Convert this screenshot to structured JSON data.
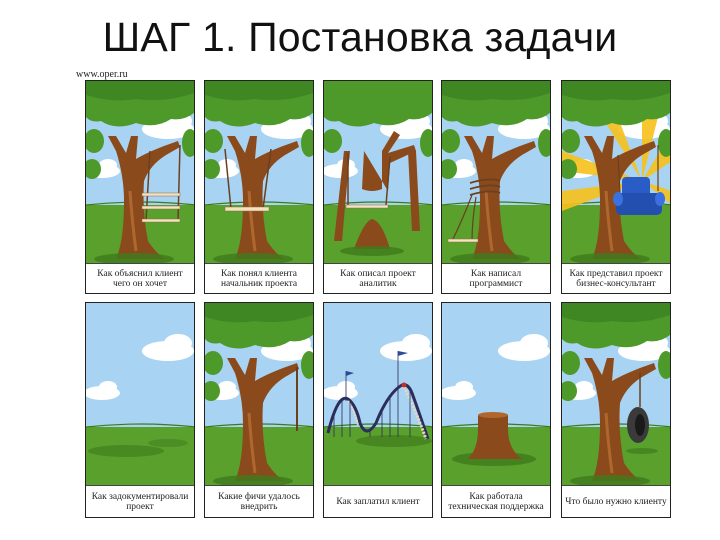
{
  "slide": {
    "title": "ШАГ 1. Постановка задачи",
    "watermark": "www.oper.ru"
  },
  "colors": {
    "sky": "#a9d3f2",
    "cloud": "#ffffff",
    "grass": "#5aa02c",
    "grass_dark": "#4a8a22",
    "foliage": "#4d9a2a",
    "trunk": "#8a4a1c",
    "seat": "#f4e3c1",
    "chair": "#2a5cc8",
    "sun": "#f7c21c",
    "border": "#222222"
  },
  "panels": [
    {
      "row": 1,
      "col": 1,
      "scene": "tree-swing-three-tiers",
      "caption": "Как объяснил клиент чего он хочет"
    },
    {
      "row": 1,
      "col": 2,
      "scene": "tree-swing-around-trunk",
      "caption": "Как понял клиента начальник проекта"
    },
    {
      "row": 1,
      "col": 3,
      "scene": "tree-cut-trunk-swing",
      "caption": "Как описал проект аналитик"
    },
    {
      "row": 1,
      "col": 4,
      "scene": "tree-rope-tied-trunk",
      "caption": "Как написал программист"
    },
    {
      "row": 1,
      "col": 5,
      "scene": "tree-armchair-swing-sunburst",
      "caption": "Как представил проект бизнес-консультант"
    },
    {
      "row": 2,
      "col": 1,
      "scene": "empty-field",
      "caption": "Как задокументировали проект"
    },
    {
      "row": 2,
      "col": 2,
      "scene": "tree-single-rope",
      "caption": "Какие фичи удалось внедрить"
    },
    {
      "row": 2,
      "col": 3,
      "scene": "roller-coaster",
      "caption": "Как заплатил клиент"
    },
    {
      "row": 2,
      "col": 4,
      "scene": "tree-stump",
      "caption": "Как работала техническая поддержка"
    },
    {
      "row": 2,
      "col": 5,
      "scene": "tree-tire-swing",
      "caption": "Что было нужно клиенту"
    }
  ]
}
